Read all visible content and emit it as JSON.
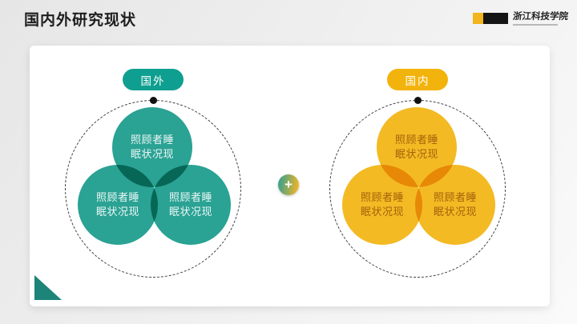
{
  "title": "国内外研究现状",
  "logo": {
    "university_name": "浙江科技学院"
  },
  "plus_label": "+",
  "clusters": {
    "abroad": {
      "badge": "国外",
      "accent": "#0f9f90",
      "circle_color": "#2aa294",
      "circles": [
        {
          "line1": "照顾者睡",
          "line2": "眠状况现"
        },
        {
          "line1": "照顾者睡",
          "line2": "眠状况现"
        },
        {
          "line1": "照顾者睡",
          "line2": "眠状况现"
        }
      ]
    },
    "domestic": {
      "badge": "国内",
      "accent": "#f2b30c",
      "circle_color": "#f3ba24",
      "circles": [
        {
          "line1": "照顾者睡",
          "line2": "眠状况现"
        },
        {
          "line1": "照顾者睡",
          "line2": "眠状况现"
        },
        {
          "line1": "照顾者睡",
          "line2": "眠状况现"
        }
      ]
    }
  }
}
